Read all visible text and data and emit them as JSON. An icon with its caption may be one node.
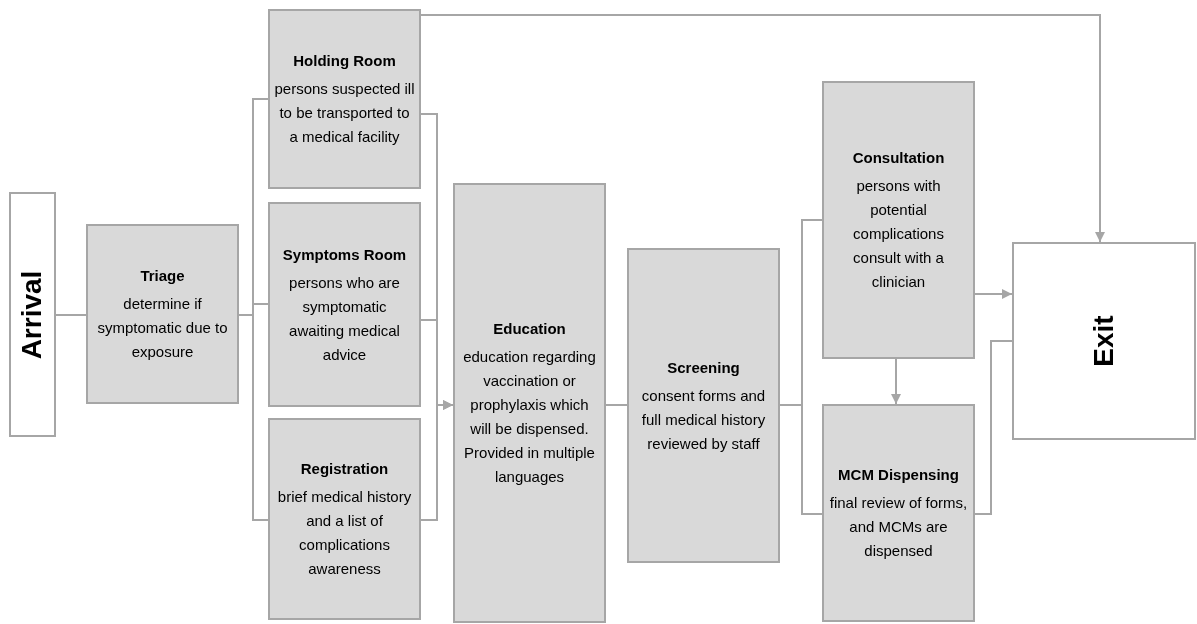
{
  "diagram": {
    "nodes": [
      {
        "text": [
          "Arrival"
        ]
      },
      {
        "text": [
          "Triage",
          "determine if symptomatic due to exposure"
        ]
      },
      {
        "text": [
          "Holding Room",
          "persons suspected ill to be transported to a medical facility"
        ]
      },
      {
        "text": [
          "Symptoms Room",
          "persons who are symptomatic awaiting medical advice"
        ]
      },
      {
        "text": [
          "Registration",
          "brief medical history and a list of complications awareness"
        ]
      },
      {
        "text": [
          "Education",
          "education regarding vaccination or prophylaxis which will be dispensed. Provided in multiple languages"
        ]
      },
      {
        "text": [
          "Screening",
          "consent forms and full medical history reviewed by staff"
        ]
      },
      {
        "text": [
          "Consultation",
          "persons with potential complications consult with a clinician"
        ]
      },
      {
        "text": [
          "MCM Dispensing",
          "final review of forms, and MCMs are dispensed"
        ]
      },
      {
        "text": [
          "Exit"
        ]
      }
    ],
    "edges": [
      {
        "from": 0,
        "to": 1,
        "arrow": "none"
      },
      {
        "from": 1,
        "to": 2,
        "arrow": "none"
      },
      {
        "from": 1,
        "to": 3,
        "arrow": "none"
      },
      {
        "from": 1,
        "to": 4,
        "arrow": "none"
      },
      {
        "from": 2,
        "to": 5,
        "arrow": "to"
      },
      {
        "from": 3,
        "to": 5,
        "arrow": "to"
      },
      {
        "from": 4,
        "to": 5,
        "arrow": "none"
      },
      {
        "from": 5,
        "to": 6,
        "arrow": "none"
      },
      {
        "from": 6,
        "to": 7,
        "arrow": "none"
      },
      {
        "from": 6,
        "to": 8,
        "arrow": "none"
      },
      {
        "from": 7,
        "to": 8,
        "arrow": "to"
      },
      {
        "from": 7,
        "to": 9,
        "arrow": "to"
      },
      {
        "from": 8,
        "to": 9,
        "arrow": "none"
      },
      {
        "from": 2,
        "to": 9,
        "arrow": "to"
      }
    ]
  }
}
